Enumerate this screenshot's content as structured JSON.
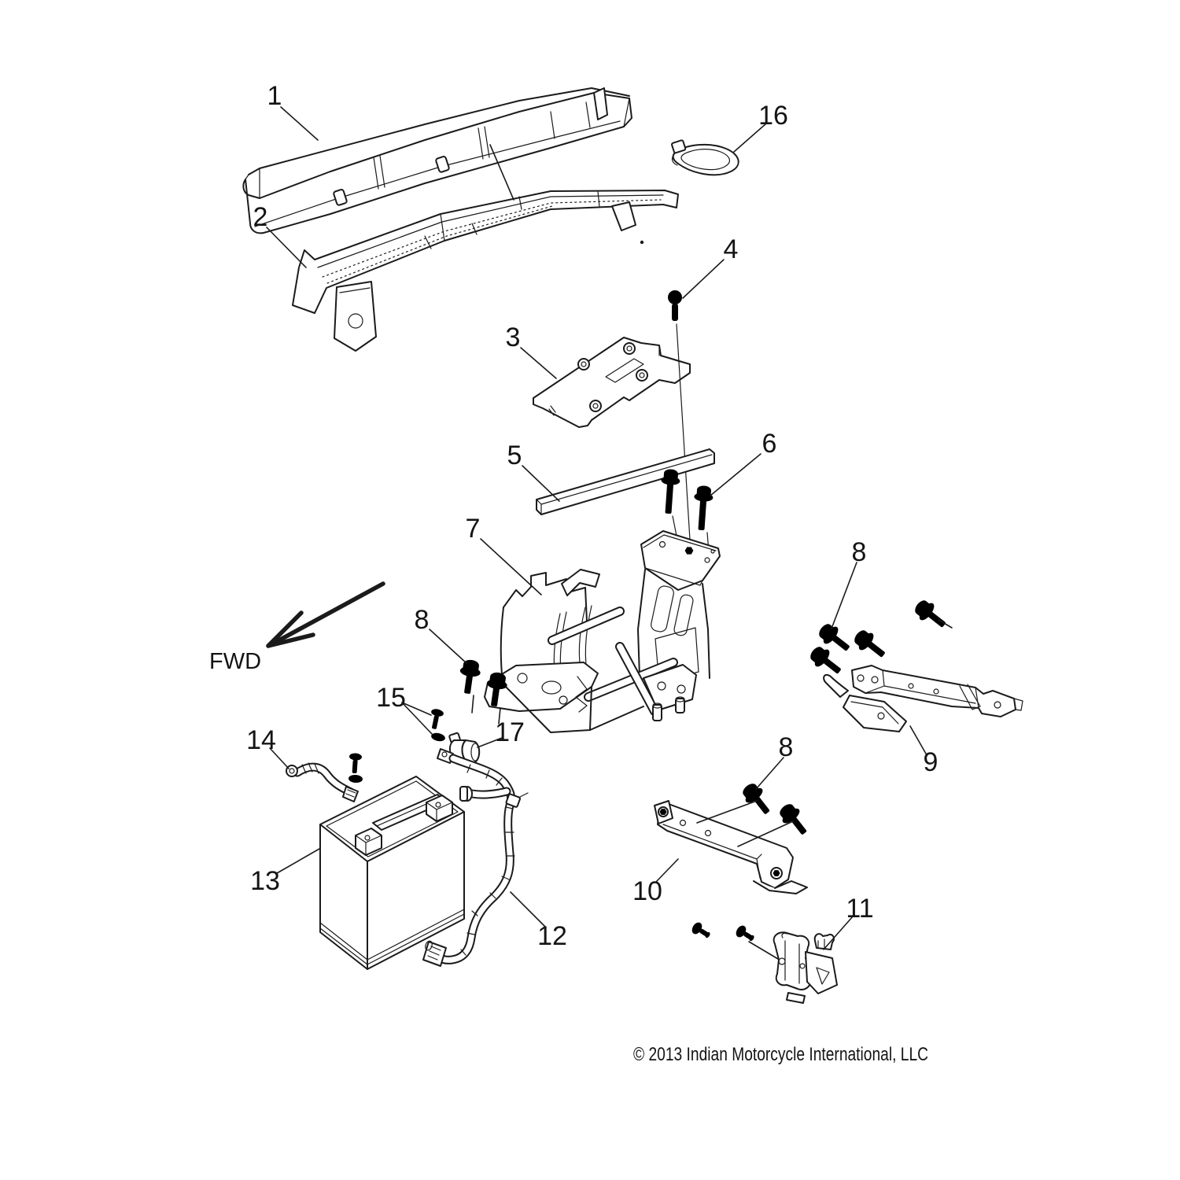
{
  "diagram": {
    "description": "Exploded parts diagram, battery area",
    "callouts": {
      "c1": "1",
      "c2": "2",
      "c3": "3",
      "c4": "4",
      "c5": "5",
      "c6": "6",
      "c7": "7",
      "c8": "8",
      "c9": "9",
      "c10": "10",
      "c11": "11",
      "c12": "12",
      "c13": "13",
      "c14": "14",
      "c15": "15",
      "c16": "16",
      "c17": "17"
    },
    "fwd_label": "FWD",
    "copyright": "© 2013 Indian Motorcycle International, LLC",
    "colors": {
      "line": "#1b1b1b",
      "background": "#ffffff"
    }
  }
}
